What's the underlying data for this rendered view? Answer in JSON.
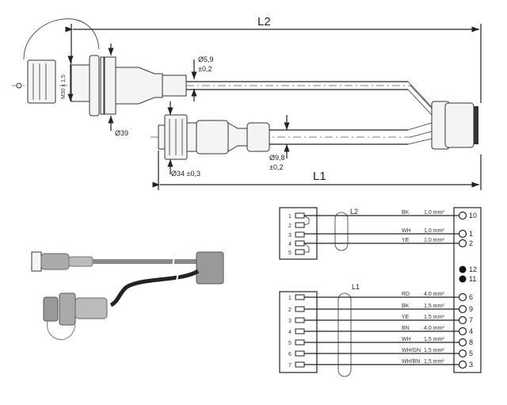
{
  "dimensions": {
    "l2_label": "L2",
    "l1_label": "L1",
    "thread": "M30 x 1,5",
    "dia_39": "Ø39",
    "dia_5_9": "Ø5,9",
    "tol_5_9": "±0,2",
    "dia_9_8": "Ø9,8",
    "tol_9_8": "±0,2",
    "dia_34": "Ø34 ±0,3"
  },
  "wiring": {
    "l2": {
      "label": "L2",
      "pins": [
        "1",
        "2",
        "3",
        "4",
        "5"
      ],
      "wires": [
        {
          "pin": "1",
          "color": "BK",
          "section": "1,0 mm²",
          "terminal": "10"
        },
        {
          "pin": "3",
          "color": "WH",
          "section": "1,0 mm²",
          "terminal": "1"
        },
        {
          "pin": "4",
          "color": "YE",
          "section": "1,0 mm²",
          "terminal": "2"
        }
      ]
    },
    "unused_terminals": [
      "12",
      "11"
    ],
    "l1": {
      "label": "L1",
      "wires": [
        {
          "pin": "1",
          "color": "RD",
          "section": "4,0 mm²",
          "terminal": "6"
        },
        {
          "pin": "2",
          "color": "BK",
          "section": "1,5 mm²",
          "terminal": "9"
        },
        {
          "pin": "3",
          "color": "YE",
          "section": "1,5 mm²",
          "terminal": "7"
        },
        {
          "pin": "4",
          "color": "BN",
          "section": "4,0 mm²",
          "terminal": "4"
        },
        {
          "pin": "5",
          "color": "WH",
          "section": "1,5 mm²",
          "terminal": "8"
        },
        {
          "pin": "6",
          "color": "WH/GN",
          "section": "1,5 mm²",
          "terminal": "5"
        },
        {
          "pin": "7",
          "color": "WH/BN",
          "section": "1,5 mm²",
          "terminal": "3"
        }
      ]
    }
  }
}
